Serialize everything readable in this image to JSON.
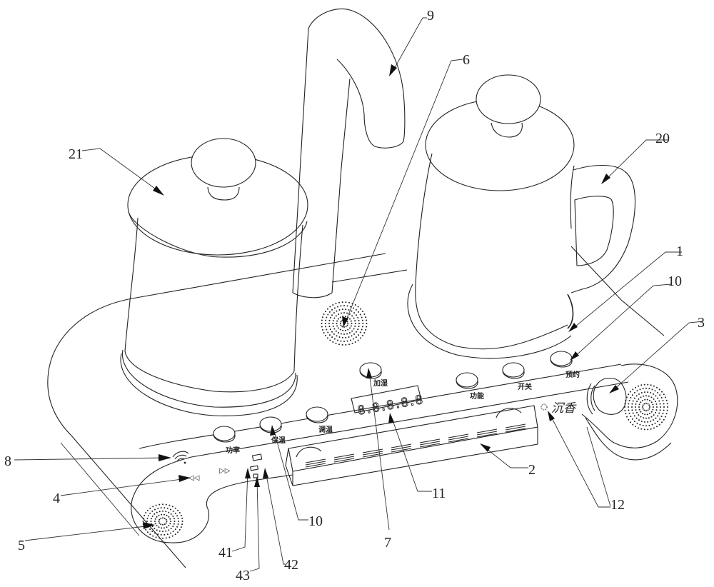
{
  "figure": {
    "type": "patent line drawing",
    "subject": "dual-kettle tea station / electric kettle base with control panel"
  },
  "reference_numerals": {
    "n1": "1",
    "n2": "2",
    "n3": "3",
    "n4": "4",
    "n5": "5",
    "n6": "6",
    "n7": "7",
    "n8": "8",
    "n9": "9",
    "n10a": "10",
    "n10b": "10",
    "n11": "11",
    "n12": "12",
    "n20": "20",
    "n21": "21",
    "n41": "41",
    "n42": "42",
    "n43": "43"
  },
  "control_panel": {
    "buttons": [
      {
        "id": "power",
        "label": "功率"
      },
      {
        "id": "keep-warm",
        "label": "保温"
      },
      {
        "id": "temp-adjust",
        "label": "调温"
      },
      {
        "id": "add-water",
        "label": "加湿"
      },
      {
        "id": "function",
        "label": "功能"
      },
      {
        "id": "on-off",
        "label": "开关"
      },
      {
        "id": "schedule",
        "label": "预约"
      }
    ],
    "display_value": "8.8.8.8.8",
    "fragrance_label": "沉香",
    "rewind_symbol": "◁◁",
    "forward_symbol": "▷▷"
  },
  "icons": {
    "wifi": "wifi-icon",
    "speaker": "speaker-grille-icon",
    "fragrance": "fragrance-indicator-icon"
  }
}
